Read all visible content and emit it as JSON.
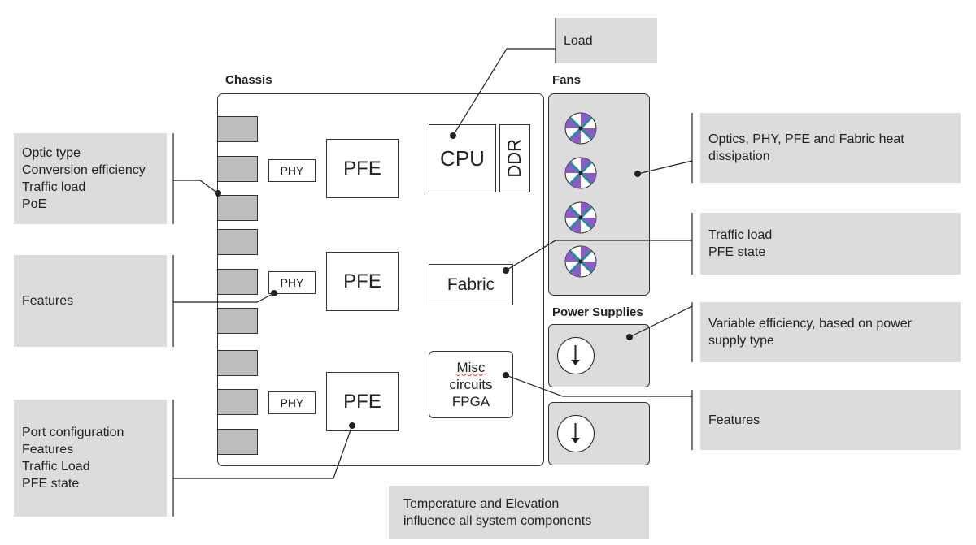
{
  "headings": {
    "chassis": "Chassis",
    "fans": "Fans",
    "power_supplies": "Power Supplies"
  },
  "components": {
    "pfe": [
      "PFE",
      "PFE",
      "PFE"
    ],
    "phy": [
      "PHY",
      "PHY",
      "PHY"
    ],
    "cpu": "CPU",
    "ddr": "DDR",
    "fabric": "Fabric",
    "misc": [
      "Misc",
      "circuits",
      "FPGA"
    ]
  },
  "notes": {
    "load": [
      "Load"
    ],
    "optics": [
      "Optic type",
      "Conversion efficiency",
      "Traffic load",
      "PoE"
    ],
    "features_left": [
      "Features"
    ],
    "port_config": [
      "Port configuration",
      "Features",
      "Traffic Load",
      "PFE state"
    ],
    "heat": [
      "Optics, PHY, PFE and Fabric heat",
      "dissipation"
    ],
    "fabric_load": [
      "Traffic load",
      "PFE state"
    ],
    "psu_efficiency": [
      "Variable efficiency, based on power",
      "supply type"
    ],
    "features_right": [
      "Features"
    ],
    "temperature": [
      "Temperature and Elevation",
      "influence all system components"
    ]
  },
  "colors": {
    "note_fill": "#dcdcdc",
    "port_fill": "#bdbdbd",
    "fan_purple": "#8b5cc6",
    "fan_teal": "#1f8f9c",
    "line": "#222222"
  },
  "icons": {
    "fan": "fan-icon",
    "power": "power-supply-icon"
  }
}
